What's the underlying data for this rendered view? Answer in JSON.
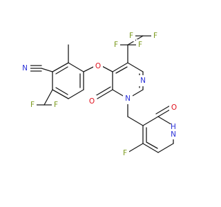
{
  "colors": {
    "carbon": "#1a1a1a",
    "nitrogen": "#2a30d8",
    "oxygen": "#e0101c",
    "fluorine": "#7a9a1c",
    "background": "#ffffff"
  },
  "atoms": {
    "nitrile_n": "N",
    "ether_o": "O",
    "pyrimidinone_o": "O",
    "pyridinone_o": "O",
    "pyrimidine_n3": "N",
    "pyrimidine_n1": "N",
    "pyridine_nh": "N",
    "pyridine_h": "H",
    "f_chf2_left": "F",
    "f_chf2_right": "F",
    "f_tf_top_left": "F",
    "f_tf_top_right": "F",
    "f_tf_left": "F",
    "f_tf_right": "F",
    "f_pyridine": "F"
  }
}
